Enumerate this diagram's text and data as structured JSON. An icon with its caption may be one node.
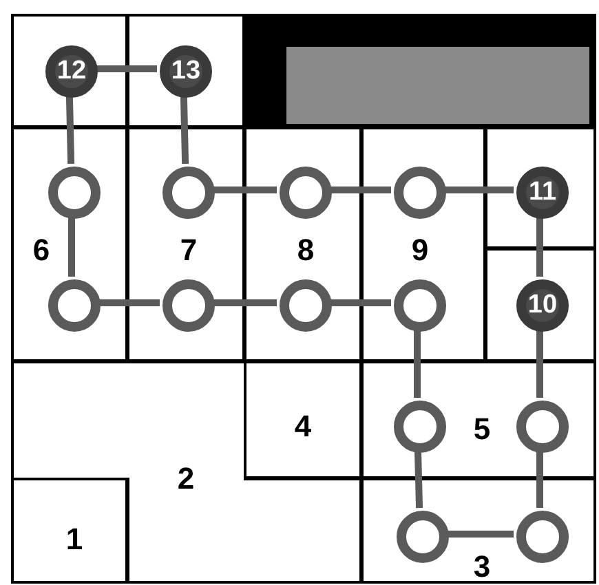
{
  "diagram": {
    "nodes": [
      {
        "text": [],
        "shape": "box"
      },
      {
        "text": [
          "12"
        ],
        "in": 0
      },
      {
        "text": [],
        "shape": "box"
      },
      {
        "text": [
          "13"
        ],
        "in": 2
      },
      {
        "text": [
          "6"
        ]
      },
      {
        "text": [],
        "shape": "circle",
        "in": 4
      },
      {
        "text": [],
        "shape": "circle",
        "in": 4
      },
      {
        "text": [
          "7"
        ]
      },
      {
        "text": [],
        "shape": "circle",
        "in": 7
      },
      {
        "text": [],
        "shape": "circle",
        "in": 7
      },
      {
        "text": [
          "8"
        ]
      },
      {
        "text": [],
        "shape": "circle",
        "in": 10
      },
      {
        "text": [],
        "shape": "circle",
        "in": 10
      },
      {
        "text": [
          "9"
        ]
      },
      {
        "text": [],
        "shape": "circle",
        "in": 13
      },
      {
        "text": [],
        "shape": "circle",
        "in": 13
      },
      {
        "text": [],
        "shape": "box"
      },
      {
        "text": [
          "11"
        ],
        "in": 16
      },
      {
        "text": [],
        "shape": "box"
      },
      {
        "text": [
          "10"
        ],
        "in": 18
      },
      {
        "text": [
          "4"
        ]
      },
      {
        "text": [
          "5"
        ]
      },
      {
        "text": [],
        "shape": "circle",
        "in": 21
      },
      {
        "text": [],
        "shape": "circle",
        "in": 21
      },
      {
        "text": [
          "2"
        ]
      },
      {
        "text": [
          "1"
        ]
      },
      {
        "text": [
          "3"
        ]
      },
      {
        "text": [],
        "shape": "circle",
        "in": 26
      },
      {
        "text": [],
        "shape": "circle",
        "in": 26
      }
    ],
    "edges": [
      {
        "from": 1,
        "to": 3,
        "arrow": "none"
      },
      {
        "from": 1,
        "to": 5,
        "arrow": "none"
      },
      {
        "from": 5,
        "to": 6,
        "arrow": "none"
      },
      {
        "from": 6,
        "to": 9,
        "arrow": "none"
      },
      {
        "from": 9,
        "to": 12,
        "arrow": "none"
      },
      {
        "from": 12,
        "to": 15,
        "arrow": "none"
      },
      {
        "from": 15,
        "to": 22,
        "arrow": "none"
      },
      {
        "from": 22,
        "to": 27,
        "arrow": "none"
      },
      {
        "from": 27,
        "to": 28,
        "arrow": "none"
      },
      {
        "from": 28,
        "to": 23,
        "arrow": "none"
      },
      {
        "from": 23,
        "to": 19,
        "arrow": "none"
      },
      {
        "from": 19,
        "to": 17,
        "arrow": "none"
      },
      {
        "from": 17,
        "to": 14,
        "arrow": "none"
      },
      {
        "from": 14,
        "to": 11,
        "arrow": "none"
      },
      {
        "from": 11,
        "to": 8,
        "arrow": "none"
      },
      {
        "from": 8,
        "to": 3,
        "arrow": "none"
      }
    ]
  }
}
